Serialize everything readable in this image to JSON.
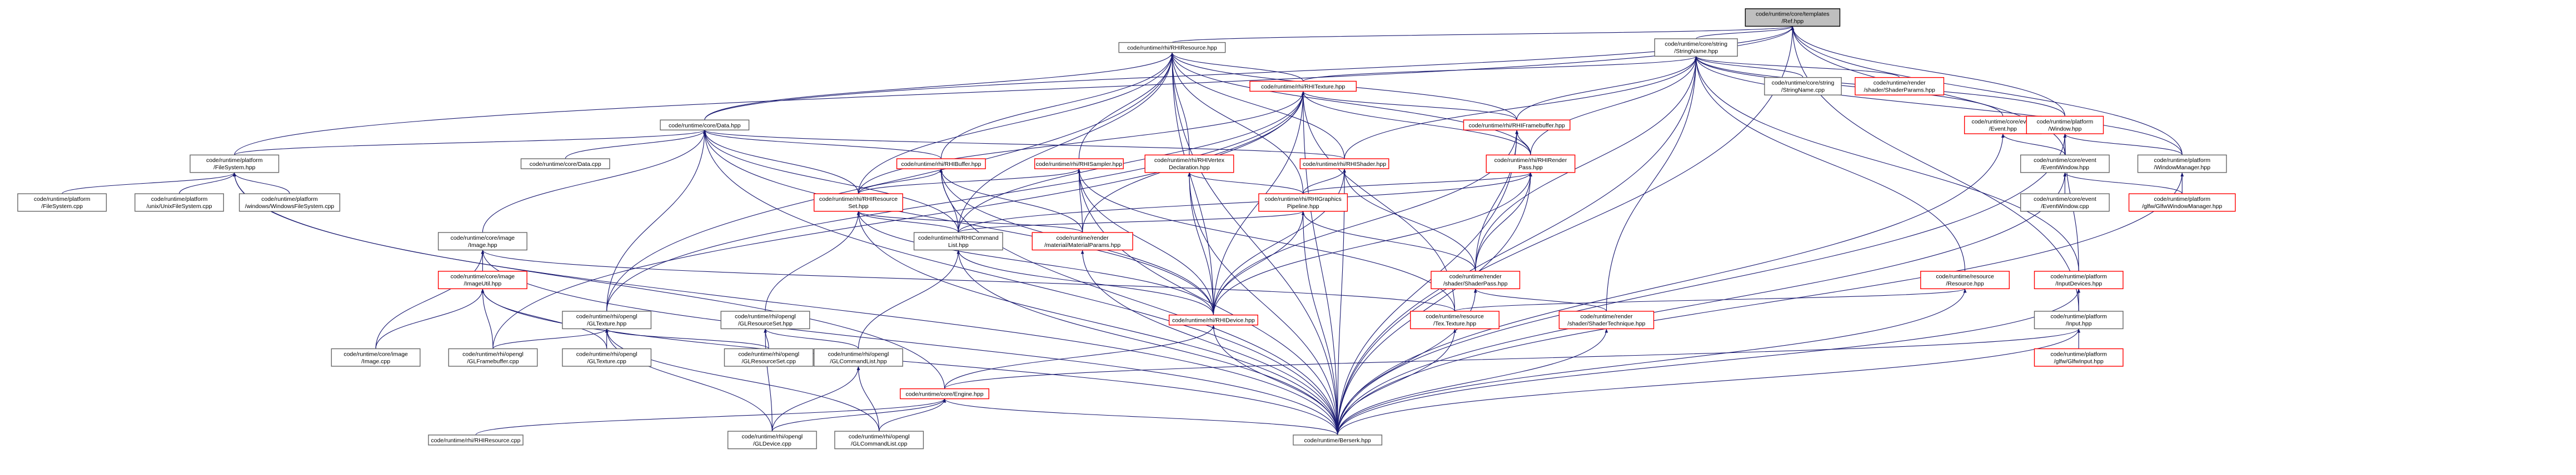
{
  "nodes": [
    {
      "id": "ref",
      "lines": [
        "code/runtime/core/templates",
        "/Ref.hpp"
      ],
      "root": true
    },
    {
      "id": "rhires",
      "lines": [
        "code/runtime/rhi/RHIResource.hpp"
      ]
    },
    {
      "id": "strname",
      "lines": [
        "code/runtime/core/string",
        "/StringName.hpp"
      ]
    },
    {
      "id": "rhitex",
      "lines": [
        "code/runtime/rhi/RHITexture.hpp"
      ],
      "red": true
    },
    {
      "id": "data",
      "lines": [
        "code/runtime/core/Data.hpp"
      ]
    },
    {
      "id": "fs",
      "lines": [
        "code/runtime/platform",
        "/FileSystem.hpp"
      ]
    },
    {
      "id": "fb",
      "lines": [
        "code/runtime/rhi/RHIFramebuffer.hpp"
      ],
      "red": true
    },
    {
      "id": "renderpass",
      "lines": [
        "code/runtime/rhi/RHIRender",
        "Pass.hpp"
      ],
      "red": true
    },
    {
      "id": "datacpp",
      "lines": [
        "code/runtime/core/Data.cpp"
      ]
    },
    {
      "id": "pfs",
      "lines": [
        "code/runtime/platform",
        "/FileSystem.cpp"
      ]
    },
    {
      "id": "ufs",
      "lines": [
        "code/runtime/platform",
        "/unix/UnixFileSystem.cpp"
      ]
    },
    {
      "id": "wfs",
      "lines": [
        "code/runtime/platform",
        "/windows/WindowsFileSystem.cpp"
      ]
    },
    {
      "id": "rhibuf",
      "lines": [
        "code/runtime/rhi/RHIBuffer.hpp"
      ],
      "red": true
    },
    {
      "id": "sampler",
      "lines": [
        "code/runtime/rhi/RHISampler.hpp"
      ],
      "red": true
    },
    {
      "id": "vertex",
      "lines": [
        "code/runtime/rhi/RHIVertex",
        "Declaration.hpp"
      ],
      "red": true
    },
    {
      "id": "shader",
      "lines": [
        "code/runtime/rhi/RHIShader.hpp"
      ],
      "red": true
    },
    {
      "id": "resset",
      "lines": [
        "code/runtime/rhi/RHIResource",
        "Set.hpp"
      ],
      "red": true
    },
    {
      "id": "gp",
      "lines": [
        "code/runtime/rhi/RHIGraphics",
        "Pipeline.hpp"
      ],
      "red": true
    },
    {
      "id": "cmdlist",
      "lines": [
        "code/runtime/rhi/RHICommand",
        "List.hpp"
      ]
    },
    {
      "id": "matparams",
      "lines": [
        "code/runtime/render",
        "/material/MaterialParams.hpp"
      ],
      "red": true
    },
    {
      "id": "image",
      "lines": [
        "code/runtime/core/image",
        "/Image.hpp"
      ]
    },
    {
      "id": "imageutil",
      "lines": [
        "code/runtime/core/image",
        "/ImageUtil.hpp"
      ],
      "red": true
    },
    {
      "id": "gltex",
      "lines": [
        "code/runtime/rhi/opengl",
        "/GLTexture.hpp"
      ]
    },
    {
      "id": "glresset",
      "lines": [
        "code/runtime/rhi/opengl",
        "/GLResourceSet.hpp"
      ]
    },
    {
      "id": "rhidevice",
      "lines": [
        "code/runtime/rhi/RHIDevice.hpp"
      ],
      "red": true
    },
    {
      "id": "rtex",
      "lines": [
        "code/runtime/resource",
        "/Tex.Texture.hpp"
      ],
      "red": true
    },
    {
      "id": "spass",
      "lines": [
        "code/runtime/render",
        "/shader/ShaderPass.hpp"
      ],
      "red": true
    },
    {
      "id": "stech",
      "lines": [
        "code/runtime/render",
        "/shader/ShaderTechnique.hpp"
      ],
      "red": true
    },
    {
      "id": "imagecpp",
      "lines": [
        "code/runtime/core/image",
        "/Image.cpp"
      ]
    },
    {
      "id": "glfbcpp",
      "lines": [
        "code/runtime/rhi/opengl",
        "/GLFramebuffer.cpp"
      ]
    },
    {
      "id": "gltexcpp",
      "lines": [
        "code/runtime/rhi/opengl",
        "/GLTexture.cpp"
      ]
    },
    {
      "id": "glressetcpp",
      "lines": [
        "code/runtime/rhi/opengl",
        "/GLResourceSet.cpp"
      ]
    },
    {
      "id": "glcmdhpp",
      "lines": [
        "code/runtime/rhi/opengl",
        "/GLCommandList.hpp"
      ]
    },
    {
      "id": "engine",
      "lines": [
        "code/runtime/core/Engine.hpp"
      ],
      "red": true
    },
    {
      "id": "rhirescpp",
      "lines": [
        "code/runtime/rhi/RHIResource.cpp"
      ]
    },
    {
      "id": "gldevcpp",
      "lines": [
        "code/runtime/rhi/opengl",
        "/GLDevice.cpp"
      ]
    },
    {
      "id": "glcmdcpp",
      "lines": [
        "code/runtime/rhi/opengl",
        "/GLCommandList.cpp"
      ]
    },
    {
      "id": "berserk",
      "lines": [
        "code/runtime/Berserk.hpp"
      ]
    },
    {
      "id": "strnamecpp",
      "lines": [
        "code/runtime/core/string",
        "/StringName.cpp"
      ]
    },
    {
      "id": "shparams",
      "lines": [
        "code/runtime/render",
        "/shader/ShaderParams.hpp"
      ],
      "red": true
    },
    {
      "id": "event",
      "lines": [
        "code/runtime/core/event",
        "/Event.hpp"
      ],
      "red": true
    },
    {
      "id": "window",
      "lines": [
        "code/runtime/platform",
        "/Window.hpp"
      ],
      "red": true
    },
    {
      "id": "winmgr",
      "lines": [
        "code/runtime/platform",
        "/WindowManager.hpp"
      ]
    },
    {
      "id": "evwin",
      "lines": [
        "code/runtime/core/event",
        "/EventWindow.hpp"
      ]
    },
    {
      "id": "evwincpp",
      "lines": [
        "code/runtime/core/event",
        "/EventWindow.cpp"
      ]
    },
    {
      "id": "glfwwm",
      "lines": [
        "code/runtime/platform",
        "/glfw/GlfwWindowManager.hpp"
      ],
      "red": true
    },
    {
      "id": "resource",
      "lines": [
        "code/runtime/resource",
        "/Resource.hpp"
      ],
      "red": true
    },
    {
      "id": "inputdev",
      "lines": [
        "code/runtime/platform",
        "/InputDevices.hpp"
      ],
      "red": true
    },
    {
      "id": "input",
      "lines": [
        "code/runtime/platform",
        "/Input.hpp"
      ]
    },
    {
      "id": "glfwinput",
      "lines": [
        "code/runtime/platform",
        "/glfw/GlfwInput.hpp"
      ],
      "red": true
    }
  ],
  "edges": [
    [
      "rhires",
      "ref"
    ],
    [
      "strname",
      "ref"
    ],
    [
      "data",
      "ref"
    ],
    [
      "window",
      "ref"
    ],
    [
      "evwin",
      "ref"
    ],
    [
      "winmgr",
      "ref"
    ],
    [
      "input",
      "ref"
    ],
    [
      "berserk",
      "ref"
    ],
    [
      "fs",
      "ref"
    ],
    [
      "rhitex",
      "rhires"
    ],
    [
      "fb",
      "rhires"
    ],
    [
      "renderpass",
      "rhires"
    ],
    [
      "rhibuf",
      "rhires"
    ],
    [
      "sampler",
      "rhires"
    ],
    [
      "vertex",
      "rhires"
    ],
    [
      "shader",
      "rhires"
    ],
    [
      "resset",
      "rhires"
    ],
    [
      "gp",
      "rhires"
    ],
    [
      "cmdlist",
      "rhires"
    ],
    [
      "rhidevice",
      "rhires"
    ],
    [
      "data",
      "rhires"
    ],
    [
      "gltex",
      "rhires"
    ],
    [
      "berserk",
      "rhires"
    ],
    [
      "rhitex",
      "strname"
    ],
    [
      "fb",
      "strname"
    ],
    [
      "renderpass",
      "strname"
    ],
    [
      "shader",
      "strname"
    ],
    [
      "strnamecpp",
      "strname"
    ],
    [
      "shparams",
      "strname"
    ],
    [
      "event",
      "strname"
    ],
    [
      "window",
      "strname"
    ],
    [
      "resource",
      "strname"
    ],
    [
      "stech",
      "strname"
    ],
    [
      "spass",
      "strname"
    ],
    [
      "berserk",
      "strname"
    ],
    [
      "winmgr",
      "strname"
    ],
    [
      "inputdev",
      "strname"
    ],
    [
      "fb",
      "rhitex"
    ],
    [
      "renderpass",
      "rhitex"
    ],
    [
      "resset",
      "rhitex"
    ],
    [
      "rhidevice",
      "rhitex"
    ],
    [
      "rtex",
      "rhitex"
    ],
    [
      "gltex",
      "rhitex"
    ],
    [
      "matparams",
      "rhitex"
    ],
    [
      "berserk",
      "rhitex"
    ],
    [
      "glfbcpp",
      "rhitex"
    ],
    [
      "cmdlist",
      "rhitex"
    ],
    [
      "renderpass",
      "fb"
    ],
    [
      "rhidevice",
      "fb"
    ],
    [
      "berserk",
      "fb"
    ],
    [
      "spass",
      "fb"
    ],
    [
      "cmdlist",
      "renderpass"
    ],
    [
      "gp",
      "renderpass"
    ],
    [
      "spass",
      "renderpass"
    ],
    [
      "rhidevice",
      "renderpass"
    ],
    [
      "berserk",
      "renderpass"
    ],
    [
      "fs",
      "data"
    ],
    [
      "datacpp",
      "data"
    ],
    [
      "image",
      "data"
    ],
    [
      "resset",
      "data"
    ],
    [
      "shader",
      "data"
    ],
    [
      "gltex",
      "data"
    ],
    [
      "rhidevice",
      "data"
    ],
    [
      "cmdlist",
      "data"
    ],
    [
      "berserk",
      "data"
    ],
    [
      "rhibuf",
      "data"
    ],
    [
      "pfs",
      "fs"
    ],
    [
      "ufs",
      "fs"
    ],
    [
      "wfs",
      "fs"
    ],
    [
      "berserk",
      "fs"
    ],
    [
      "engine",
      "fs"
    ],
    [
      "resset",
      "rhibuf"
    ],
    [
      "cmdlist",
      "rhibuf"
    ],
    [
      "rhidevice",
      "rhibuf"
    ],
    [
      "matparams",
      "rhibuf"
    ],
    [
      "berserk",
      "rhibuf"
    ],
    [
      "resset",
      "sampler"
    ],
    [
      "rhidevice",
      "sampler"
    ],
    [
      "matparams",
      "sampler"
    ],
    [
      "berserk",
      "sampler"
    ],
    [
      "rtex",
      "sampler"
    ],
    [
      "gp",
      "vertex"
    ],
    [
      "rhidevice",
      "vertex"
    ],
    [
      "berserk",
      "vertex"
    ],
    [
      "gp",
      "shader"
    ],
    [
      "spass",
      "shader"
    ],
    [
      "rhidevice",
      "shader"
    ],
    [
      "berserk",
      "shader"
    ],
    [
      "cmdlist",
      "resset"
    ],
    [
      "glresset",
      "resset"
    ],
    [
      "rhidevice",
      "resset"
    ],
    [
      "matparams",
      "resset"
    ],
    [
      "berserk",
      "resset"
    ],
    [
      "cmdlist",
      "gp"
    ],
    [
      "rhidevice",
      "gp"
    ],
    [
      "spass",
      "gp"
    ],
    [
      "berserk",
      "gp"
    ],
    [
      "glcmdhpp",
      "cmdlist"
    ],
    [
      "rhidevice",
      "cmdlist"
    ],
    [
      "berserk",
      "cmdlist"
    ],
    [
      "berserk",
      "matparams"
    ],
    [
      "imageutil",
      "image"
    ],
    [
      "imagecpp",
      "image"
    ],
    [
      "rtex",
      "image"
    ],
    [
      "berserk",
      "image"
    ],
    [
      "imagecpp",
      "imageutil"
    ],
    [
      "glfbcpp",
      "imageutil"
    ],
    [
      "gltexcpp",
      "imageutil"
    ],
    [
      "berserk",
      "imageutil"
    ],
    [
      "gldevcpp",
      "gltex"
    ],
    [
      "glfbcpp",
      "gltex"
    ],
    [
      "gltexcpp",
      "gltex"
    ],
    [
      "glressetcpp",
      "gltex"
    ],
    [
      "glcmdcpp",
      "gltex"
    ],
    [
      "glressetcpp",
      "glresset"
    ],
    [
      "gldevcpp",
      "glresset"
    ],
    [
      "glcmdhpp",
      "glresset"
    ],
    [
      "engine",
      "rhidevice"
    ],
    [
      "berserk",
      "rhidevice"
    ],
    [
      "berserk",
      "rtex"
    ],
    [
      "stech",
      "spass"
    ],
    [
      "berserk",
      "spass"
    ],
    [
      "berserk",
      "stech"
    ],
    [
      "gldevcpp",
      "glcmdhpp"
    ],
    [
      "glcmdcpp",
      "glcmdhpp"
    ],
    [
      "berserk",
      "engine"
    ],
    [
      "rhirescpp",
      "engine"
    ],
    [
      "gldevcpp",
      "engine"
    ],
    [
      "glcmdcpp",
      "engine"
    ],
    [
      "evwin",
      "event"
    ],
    [
      "berserk",
      "event"
    ],
    [
      "evwin",
      "window"
    ],
    [
      "winmgr",
      "window"
    ],
    [
      "inputdev",
      "window"
    ],
    [
      "berserk",
      "window"
    ],
    [
      "glfwwm",
      "winmgr"
    ],
    [
      "berserk",
      "winmgr"
    ],
    [
      "evwincpp",
      "evwin"
    ],
    [
      "glfwwm",
      "evwin"
    ],
    [
      "berserk",
      "evwin"
    ],
    [
      "rtex",
      "resource"
    ],
    [
      "berserk",
      "resource"
    ],
    [
      "input",
      "inputdev"
    ],
    [
      "berserk",
      "inputdev"
    ],
    [
      "glfwinput",
      "input"
    ],
    [
      "berserk",
      "input"
    ],
    [
      "engine",
      "input"
    ]
  ]
}
